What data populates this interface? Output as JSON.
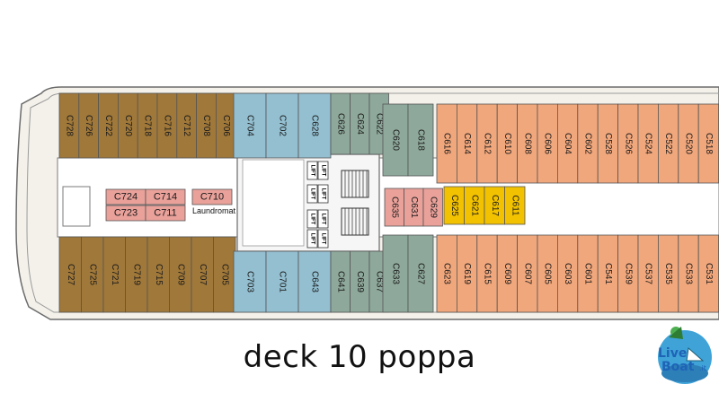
{
  "caption": "deck 10 poppa",
  "logo": {
    "text_line1": "Live",
    "text_line2": "Boat",
    "suffix": ".it"
  },
  "labels": {
    "lift": "LIFT",
    "laundromat": "Laundromat"
  },
  "colors": {
    "brown": "#a0783a",
    "blue": "#93bfd0",
    "grey": "#8ea89b",
    "salmon": "#f1a77c",
    "pink": "#e9a19a",
    "yellow": "#f2c200",
    "hull": "#f4f1ea",
    "outline": "#5a5a5a"
  },
  "cabins": {
    "top_brown": [
      "C728",
      "C726",
      "C722",
      "C720",
      "C718",
      "C716",
      "C712",
      "C708",
      "C706"
    ],
    "bottom_brown": [
      "C727",
      "C725",
      "C721",
      "C719",
      "C715",
      "C709",
      "C707",
      "C705"
    ],
    "top_blue": [
      "C704",
      "C702",
      "C628"
    ],
    "bottom_blue": [
      "C703",
      "C701",
      "C643"
    ],
    "top_grey_narrow": [
      "C626",
      "C624",
      "C622"
    ],
    "bottom_grey_narrow": [
      "C641",
      "C639",
      "C637"
    ],
    "top_grey_wide": [
      "C620",
      "C618"
    ],
    "bottom_grey_wide": [
      "C633",
      "C627"
    ],
    "top_salmon": [
      "C616",
      "C614",
      "C612",
      "C610",
      "C608",
      "C606",
      "C604",
      "C602",
      "C528",
      "C526",
      "C524",
      "C522",
      "C520",
      "C518"
    ],
    "bottom_salmon": [
      "C623",
      "C619",
      "C615",
      "C609",
      "C607",
      "C605",
      "C603",
      "C601",
      "C541",
      "C539",
      "C537",
      "C535",
      "C533",
      "C531"
    ],
    "mid_pink_grid": [
      "C724",
      "C714",
      "C723",
      "C711"
    ],
    "mid_pink_single": [
      "C710"
    ],
    "mid_pink_vertical": [
      "C635",
      "C631",
      "C629"
    ],
    "mid_yellow": [
      "C625",
      "C621",
      "C617",
      "C611"
    ]
  }
}
